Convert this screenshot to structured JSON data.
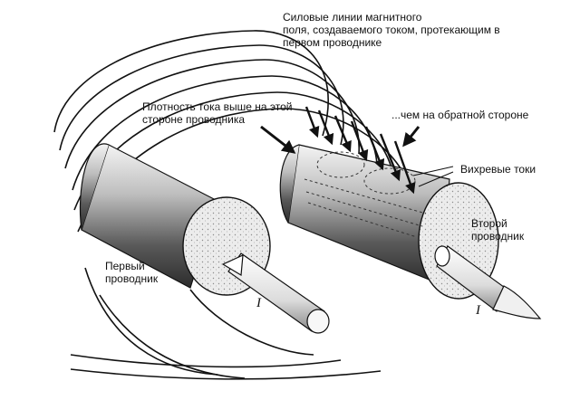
{
  "labels": {
    "field_lines": "Силовые линии магнитного\nполя, создаваемого током, протекающим в\nпервом проводнике",
    "density_high": "Плотность тока выше на этой\nстороне проводника",
    "density_low": "...чем на обратной стороне",
    "eddy_currents": "Вихревые токи",
    "second_conductor": "Второй\nпроводник",
    "first_conductor": "Первый\nпроводник",
    "current_symbol_1": "I",
    "current_symbol_2": "I"
  },
  "colors": {
    "ink": "#111111",
    "shade_dark": "#3a3a3a",
    "shade_light": "#f2f2f2"
  }
}
